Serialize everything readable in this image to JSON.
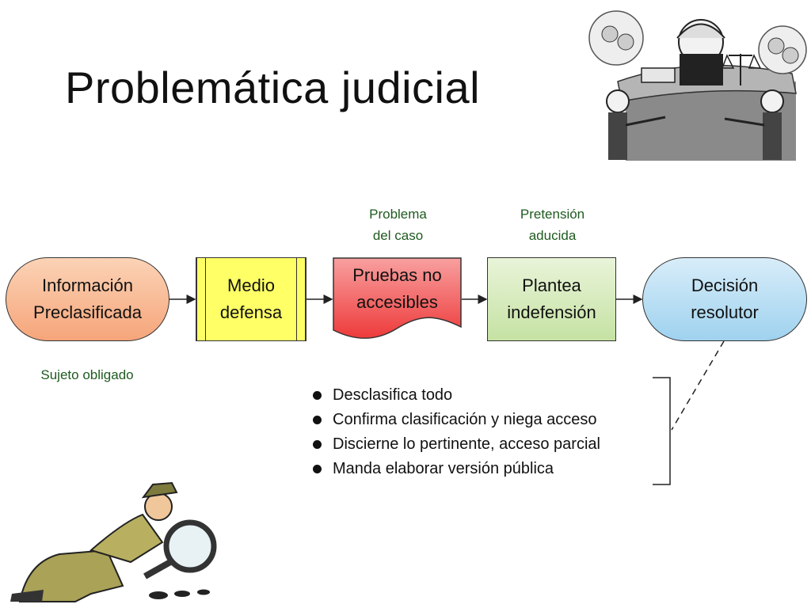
{
  "title": "Problemática judicial",
  "notes": {
    "problema_line1": "Problema",
    "problema_line2": "del caso",
    "pretension_line1": "Pretensión",
    "pretension_line2": "aducida",
    "sujeto": "Sujeto obligado"
  },
  "flow": {
    "informacion_line1": "Información",
    "informacion_line2": "Preclasificada",
    "medio_line1": "Medio",
    "medio_line2": "defensa",
    "pruebas_line1": "Pruebas no",
    "pruebas_line2": "accesibles",
    "plantea_line1": "Plantea",
    "plantea_line2": "indefensión",
    "decision_line1": "Decisión",
    "decision_line2": "resolutor"
  },
  "outcomes": [
    "Desclasifica todo",
    "Confirma clasificación y niega acceso",
    "Discierne lo pertinente, acceso parcial",
    "Manda elaborar versión pública"
  ],
  "colors": {
    "informacion": "#f6a57a",
    "medio": "#ffff66",
    "pruebas": "#f04040",
    "plantea": "#c5e2a3",
    "decision": "#9fd2ef",
    "note_text": "#1f5a1f"
  },
  "images": {
    "top_right": "courtroom-cartoon-illustration",
    "bottom_left": "detective-magnifying-glass-illustration"
  }
}
